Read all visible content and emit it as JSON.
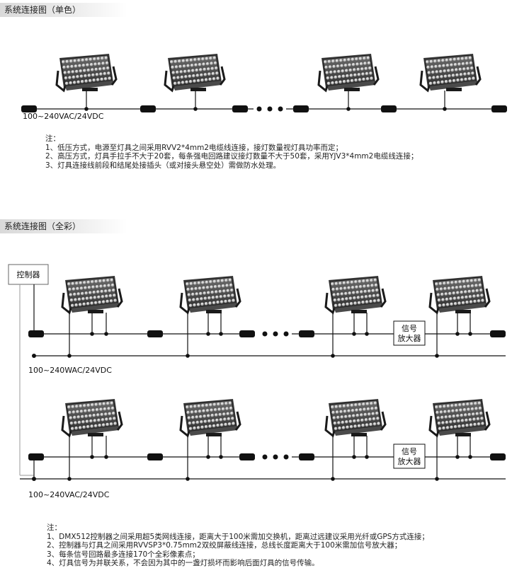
{
  "section1": {
    "title": "系统连接图（单色）",
    "voltage": "100~240VAC/24VDC",
    "notes_title": "注：",
    "notes": [
      "1、低压方式，电源至灯具之间采用RVV2*4mm2电缆线连接，接灯数量视灯具功率而定；",
      "2、高压方式，灯具手拉手不大于20套，每条强电回路建议接灯数量不大于50套，采用YJV3*4mm2电缆线连接；",
      "3、灯具连接线前段和结尾处接插头（或对接头悬空处）需做防水处理。"
    ]
  },
  "section2": {
    "title": "系统连接图（全彩）",
    "controller_label": "控制器",
    "amplifier_label_1": "信号",
    "amplifier_label_2": "放大器",
    "voltage_top": "100~240WAC/24VDC",
    "voltage_bottom": "100~240VAC/24VDC",
    "notes_title": "注：",
    "notes": [
      "1、DMX512控制器之间采用超5类网线连接，距离大于100米需加交换机，距离过远建议采用光纤或GPS方式连接；",
      "2、控制器与灯具之间采用RVVSP3*0.75mm2双绞屏蔽线连接，总线长度距离大于100米需加信号放大器；",
      "3、每条信号回路最多连接170个全彩像素点；",
      "4、灯具信号为并联关系，不会因为其中的一盏灯损坏而影响后面灯具的信号传输。"
    ]
  }
}
